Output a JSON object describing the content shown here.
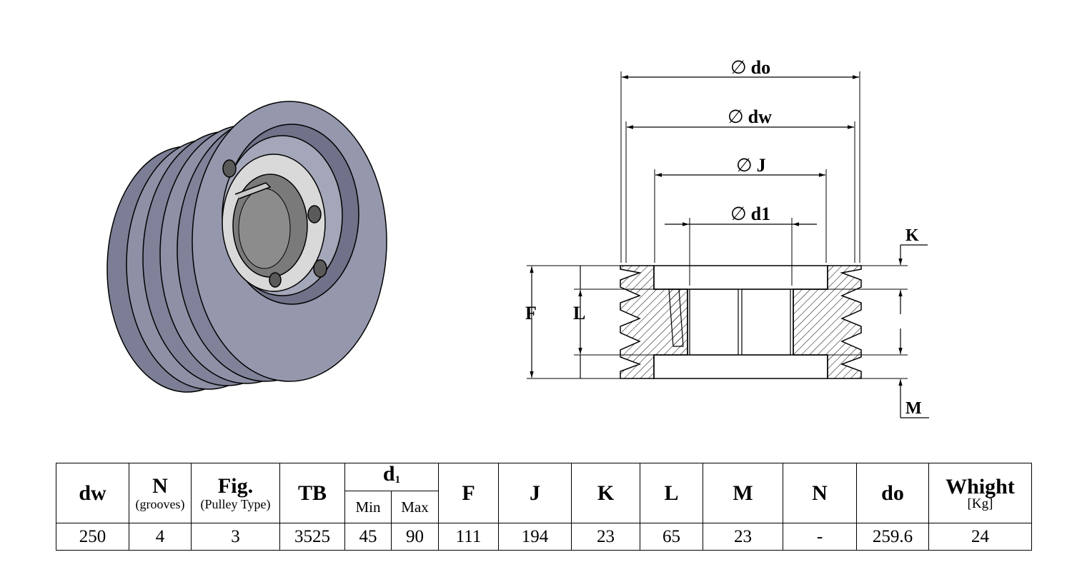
{
  "drawing": {
    "dim_do": "do",
    "dim_dw": "dw",
    "dim_J": "J",
    "dim_d1": "d1",
    "dim_F": "F",
    "dim_L": "L",
    "dim_K": "K",
    "dim_M": "M",
    "diameter_symbol": "∅"
  },
  "colors": {
    "pulley_body": "#8e91a6",
    "pulley_dark": "#6f7288",
    "pulley_light": "#b2b5c6",
    "bush": "#d9d9d9",
    "bore": "#7a7a7a",
    "outline": "#000000"
  },
  "table": {
    "headers": {
      "dw": "dw",
      "n_grooves": "N",
      "n_grooves_sub": "(grooves)",
      "fig": "Fig.",
      "fig_sub": "(Pulley Type)",
      "tb": "TB",
      "d1": "d",
      "d1_sub": "1",
      "d1_min": "Min",
      "d1_max": "Max",
      "f": "F",
      "j": "J",
      "k": "K",
      "l": "L",
      "m": "M",
      "n": "N",
      "do": "do",
      "weight": "Whight",
      "weight_sub": "[Kg]"
    },
    "row": {
      "dw": "250",
      "n_grooves": "4",
      "fig": "3",
      "tb": "3525",
      "d1_min": "45",
      "d1_max": "90",
      "f": "111",
      "j": "194",
      "k": "23",
      "l": "65",
      "m": "23",
      "n": "-",
      "do": "259.6",
      "weight": "24"
    }
  }
}
